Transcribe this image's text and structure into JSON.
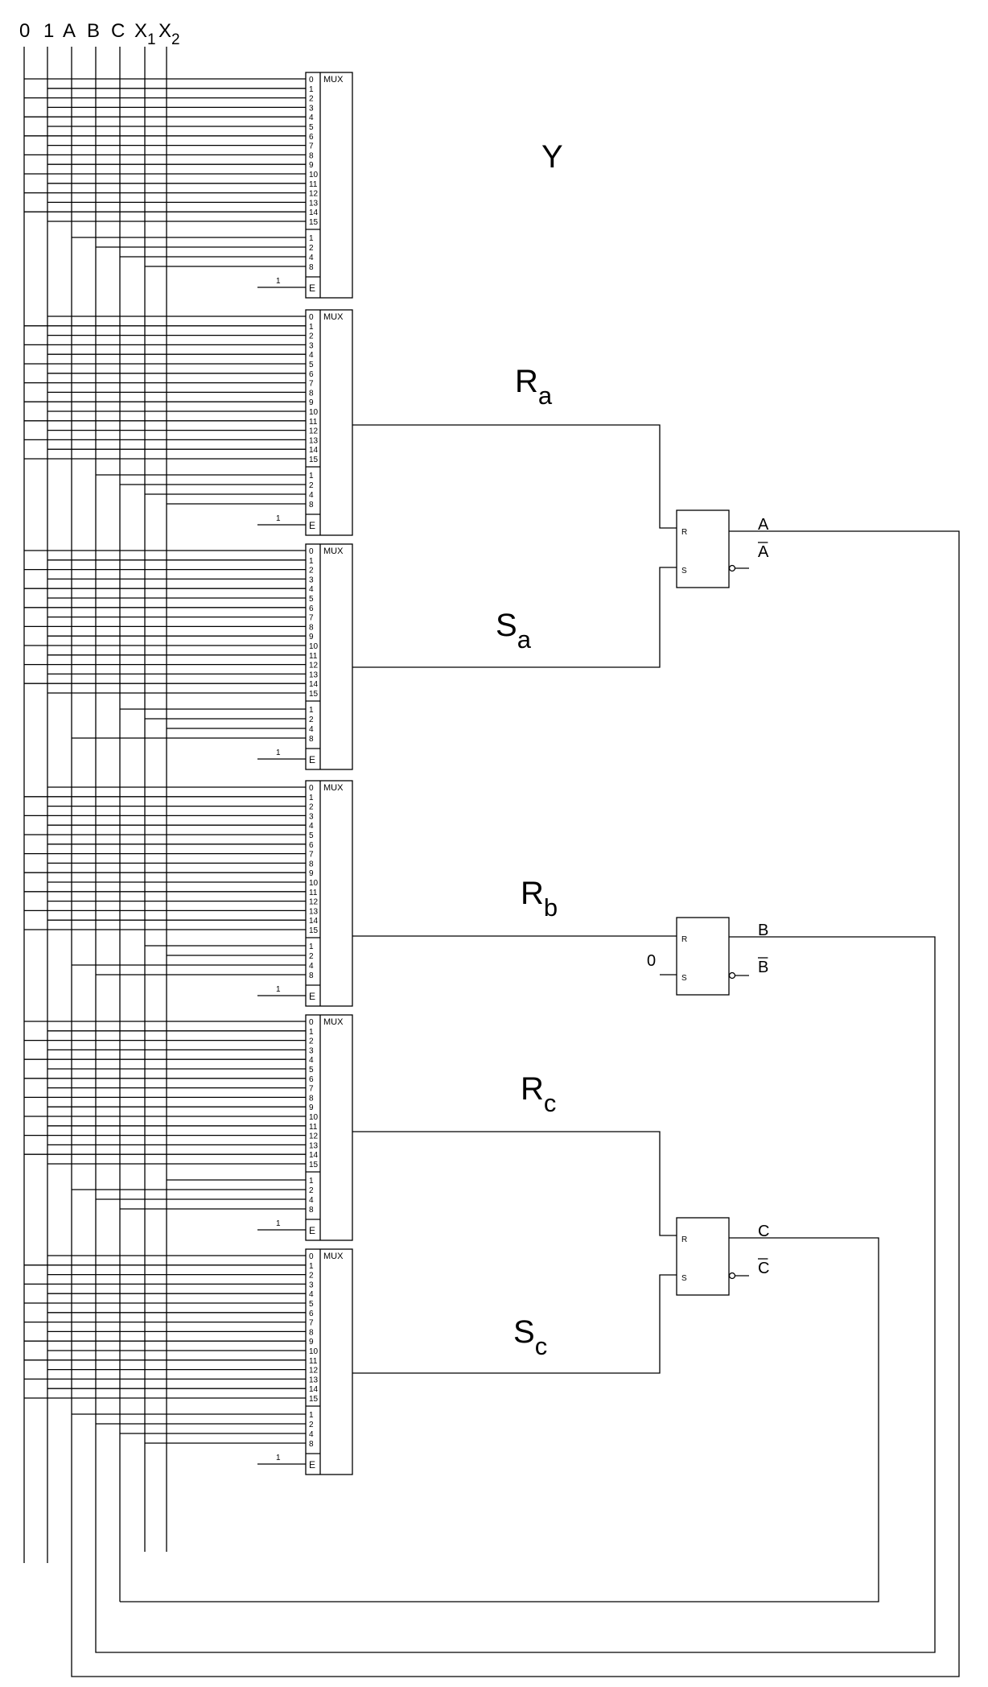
{
  "bus_labels": [
    "0",
    "1",
    "A",
    "B",
    "C",
    "X1",
    "X2"
  ],
  "mux": {
    "title": "MUX",
    "data_inputs": [
      "0",
      "1",
      "2",
      "3",
      "4",
      "5",
      "6",
      "7",
      "8",
      "9",
      "10",
      "11",
      "12",
      "13",
      "14",
      "15"
    ],
    "select_inputs": [
      "1",
      "2",
      "4",
      "8"
    ],
    "enable_label": "E",
    "enable_value": "1"
  },
  "mux_outputs": [
    "Y",
    "Ra",
    "Sa",
    "Rb",
    "Rc",
    "Sc"
  ],
  "flipflops": [
    {
      "id": "ff-a",
      "r_pin": "R",
      "s_pin": "S",
      "q": "A",
      "qbar": "A",
      "s_input": ""
    },
    {
      "id": "ff-b",
      "r_pin": "R",
      "s_pin": "S",
      "q": "B",
      "qbar": "B",
      "s_input": "0"
    },
    {
      "id": "ff-c",
      "r_pin": "R",
      "s_pin": "S",
      "q": "C",
      "qbar": "C",
      "s_input": ""
    }
  ]
}
